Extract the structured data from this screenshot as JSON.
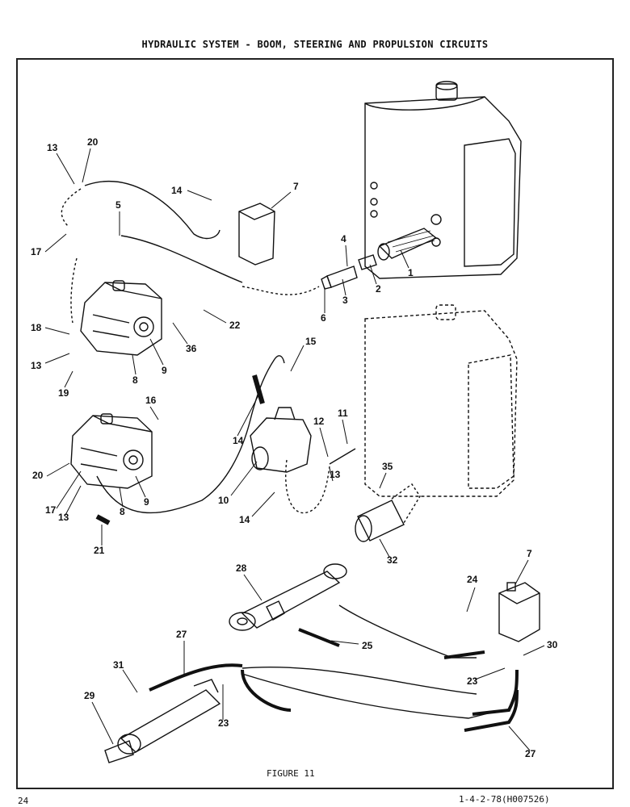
{
  "title": "HYDRAULIC SYSTEM - BOOM, STEERING AND PROPULSION CIRCUITS",
  "figure_caption": "FIGURE 11",
  "page_number": "24",
  "document_id": "1-4-2-78(H007526)",
  "callouts": [
    {
      "id": "c13a",
      "label": "13"
    },
    {
      "id": "c20a",
      "label": "20"
    },
    {
      "id": "c14a",
      "label": "14"
    },
    {
      "id": "c7a",
      "label": "7"
    },
    {
      "id": "c5",
      "label": "5"
    },
    {
      "id": "c17a",
      "label": "17"
    },
    {
      "id": "c4",
      "label": "4"
    },
    {
      "id": "c2",
      "label": "2"
    },
    {
      "id": "c1",
      "label": "1"
    },
    {
      "id": "c3",
      "label": "3"
    },
    {
      "id": "c6",
      "label": "6"
    },
    {
      "id": "c22",
      "label": "22"
    },
    {
      "id": "c18",
      "label": "18"
    },
    {
      "id": "c36",
      "label": "36"
    },
    {
      "id": "c13b",
      "label": "13"
    },
    {
      "id": "c8a",
      "label": "8"
    },
    {
      "id": "c9a",
      "label": "9"
    },
    {
      "id": "c19",
      "label": "19"
    },
    {
      "id": "c15",
      "label": "15"
    },
    {
      "id": "c16",
      "label": "16"
    },
    {
      "id": "c12",
      "label": "12"
    },
    {
      "id": "c11",
      "label": "11"
    },
    {
      "id": "c14b",
      "label": "14"
    },
    {
      "id": "c20b",
      "label": "20"
    },
    {
      "id": "c35",
      "label": "35"
    },
    {
      "id": "c17b",
      "label": "17"
    },
    {
      "id": "c13c",
      "label": "13"
    },
    {
      "id": "c8b",
      "label": "8"
    },
    {
      "id": "c9b",
      "label": "9"
    },
    {
      "id": "c10",
      "label": "10"
    },
    {
      "id": "c13d",
      "label": "13"
    },
    {
      "id": "c14c",
      "label": "14"
    },
    {
      "id": "c21",
      "label": "21"
    },
    {
      "id": "c32",
      "label": "32"
    },
    {
      "id": "c28",
      "label": "28"
    },
    {
      "id": "c7b",
      "label": "7"
    },
    {
      "id": "c24",
      "label": "24"
    },
    {
      "id": "c27a",
      "label": "27"
    },
    {
      "id": "c30",
      "label": "30"
    },
    {
      "id": "c25",
      "label": "25"
    },
    {
      "id": "c31",
      "label": "31"
    },
    {
      "id": "c23a",
      "label": "23"
    },
    {
      "id": "c23b",
      "label": "23"
    },
    {
      "id": "c29",
      "label": "29"
    },
    {
      "id": "c27b",
      "label": "27"
    }
  ]
}
